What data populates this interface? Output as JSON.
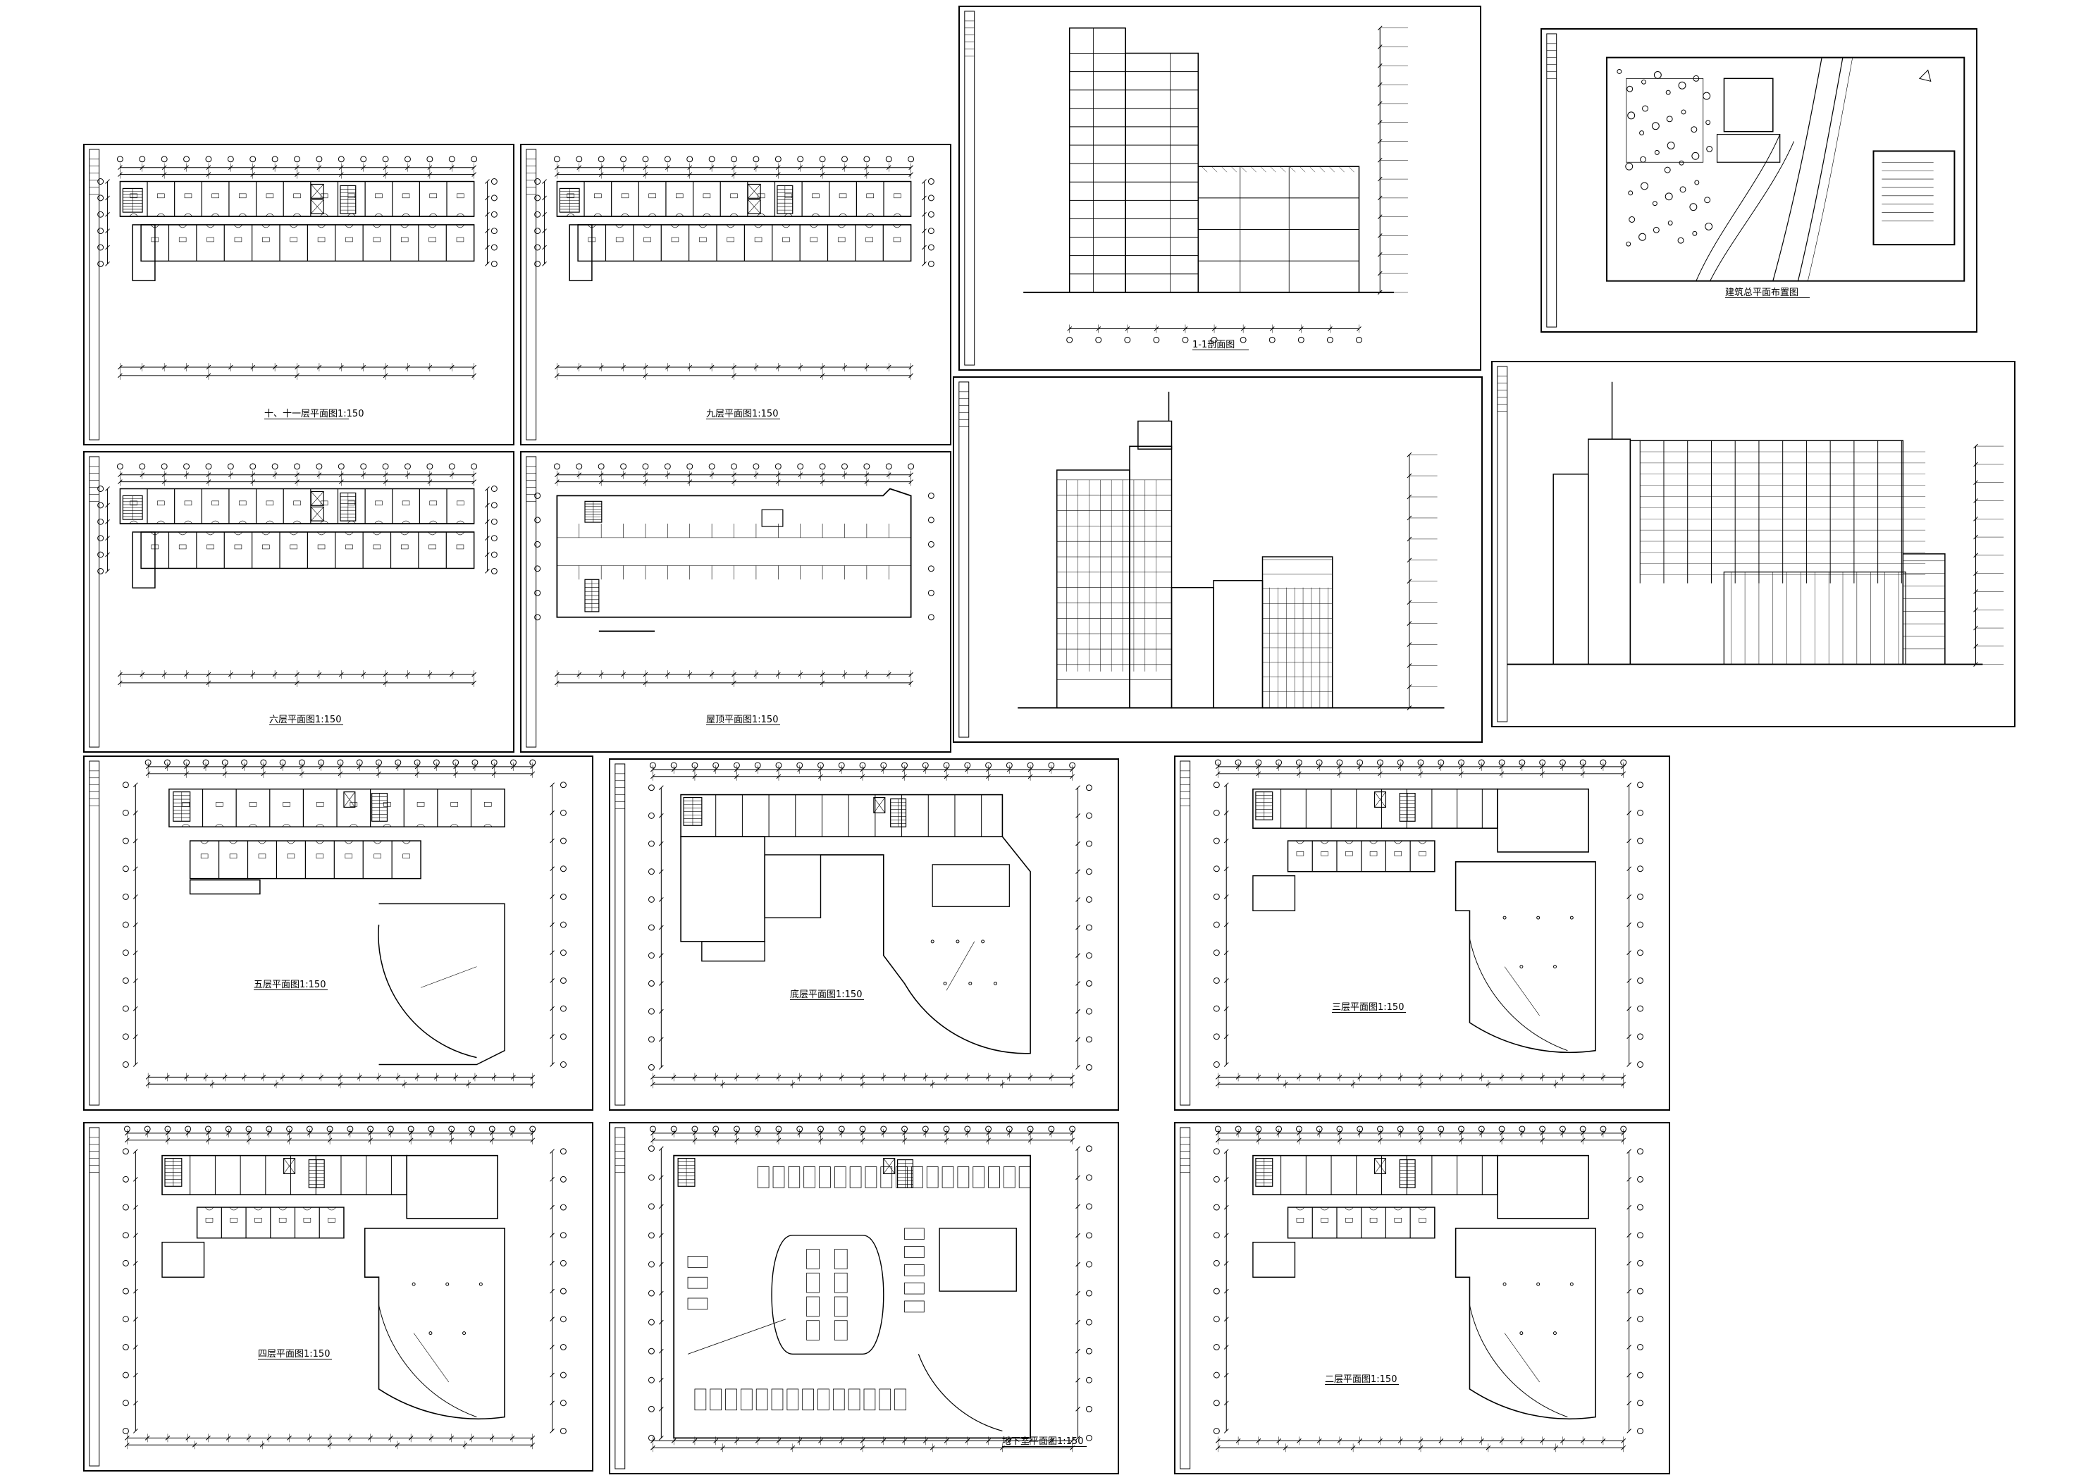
{
  "sheets": [
    {
      "id": "sheet-a",
      "kind": "plan-corridor",
      "caption": "十、十一层平面图1:150"
    },
    {
      "id": "sheet-b",
      "kind": "plan-corridor",
      "caption": "九层平面图1:150"
    },
    {
      "id": "sheet-c",
      "kind": "plan-corridor",
      "caption": "六层平面图1:150"
    },
    {
      "id": "sheet-d",
      "kind": "plan-roof",
      "caption": "屋顶平面图1:150"
    },
    {
      "id": "sheet-e",
      "kind": "section",
      "caption": "1-1剖面图"
    },
    {
      "id": "sheet-f",
      "kind": "site",
      "caption": "建筑总平面布置图"
    },
    {
      "id": "sheet-g",
      "kind": "elevation-side",
      "caption": ""
    },
    {
      "id": "sheet-h",
      "kind": "elevation-front",
      "caption": ""
    },
    {
      "id": "sheet-i",
      "kind": "plan-quarter",
      "caption": "五层平面图1:150"
    },
    {
      "id": "sheet-j",
      "kind": "plan-lobby",
      "caption": "底层平面图1:150"
    },
    {
      "id": "sheet-k",
      "kind": "plan-curve",
      "caption": "三层平面图1:150"
    },
    {
      "id": "sheet-l",
      "kind": "plan-curve",
      "caption": "四层平面图1:150"
    },
    {
      "id": "sheet-m",
      "kind": "plan-parking",
      "caption": "地下室平面图1:150"
    },
    {
      "id": "sheet-n",
      "kind": "plan-curve",
      "caption": "二层平面图1:150"
    }
  ],
  "colors": {
    "line": "#000000",
    "paper": "#ffffff"
  }
}
